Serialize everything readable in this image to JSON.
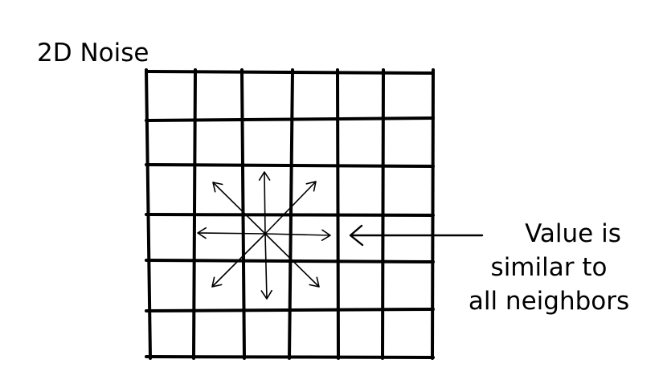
{
  "diagram": {
    "title": "2D Noise",
    "grid": {
      "rows": 6,
      "cols": 6
    },
    "callout": {
      "line1": "Value is",
      "line2": "similar to",
      "line3": "all neighbors"
    },
    "colors": {
      "ink": "#000000",
      "background": "#ffffff"
    }
  }
}
